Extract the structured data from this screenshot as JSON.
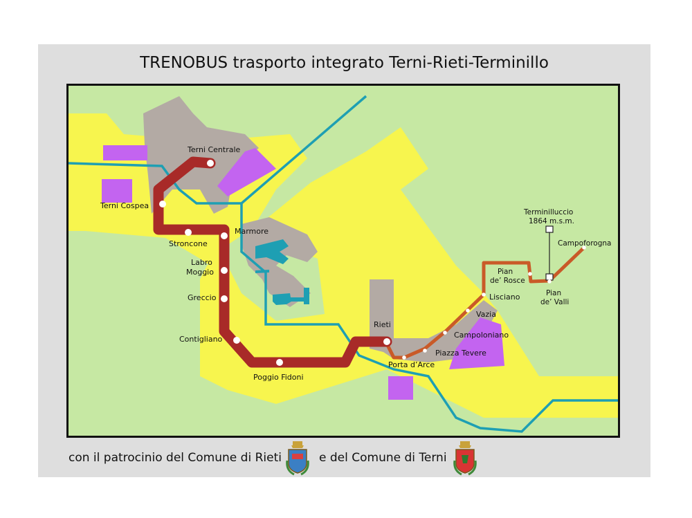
{
  "title": "TRENOBUS trasporto integrato Terni-Rieti-Terminillo",
  "map": {
    "stations_main": [
      {
        "name": "Terni Centrale"
      },
      {
        "name": "Terni Cospea"
      },
      {
        "name": "Stroncone"
      },
      {
        "name": "Marmore"
      },
      {
        "name": "Labro"
      },
      {
        "name": "Moggio"
      },
      {
        "name": "Greccio"
      },
      {
        "name": "Contigliano"
      },
      {
        "name": "Poggio Fidoni"
      },
      {
        "name": "Rieti"
      }
    ],
    "stations_branch": [
      {
        "name": "Porta d’Arce"
      },
      {
        "name": "Piazza Tevere"
      },
      {
        "name": "Campoloniano"
      },
      {
        "name": "Vazia"
      },
      {
        "name": "Lisciano"
      },
      {
        "name": "Pian"
      },
      {
        "name": "de’ Rosce"
      },
      {
        "name": "Pian"
      },
      {
        "name": "de’ Valli"
      },
      {
        "name": "Campoforogna"
      }
    ],
    "summit": {
      "name": "Terminilluccio",
      "altitude": "1864 m.s.m."
    },
    "colors": {
      "background": "#c6e8a3",
      "yellow_zone": "#f7f54e",
      "urban_grey": "#b3aaa4",
      "purple": "#c364f0",
      "river": "#1e9fb3",
      "main_line": "#a82a28",
      "branch_line": "#c95a28"
    },
    "icons": [
      "airport-icon",
      "airport-icon",
      "cable-car-icon"
    ]
  },
  "footer": {
    "text_rieti": "con il patrocinio del Comune di Rieti",
    "text_terni": "e del Comune di Terni",
    "crest_rieti_icon": "rieti-crest-icon",
    "crest_terni_icon": "terni-crest-icon"
  }
}
